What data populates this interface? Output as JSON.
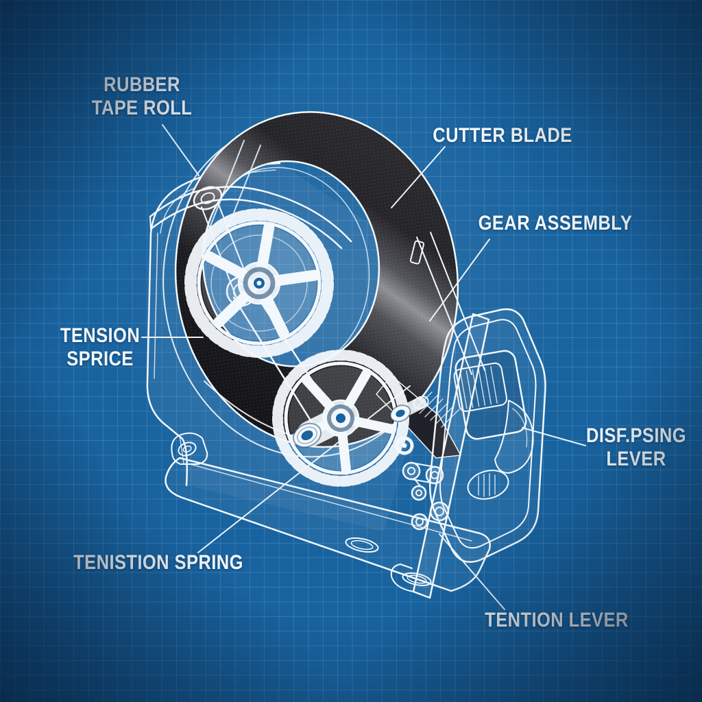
{
  "diagram": {
    "figure": "tape-dispenser-mechanism-blueprint",
    "style": "white line-art blueprint on blue grid",
    "labels": {
      "rubber_tape_roll": {
        "line1": "RUBBER",
        "line2": "TAPE ROLL"
      },
      "cutter_blade": {
        "line1": "CUTTER BLADE"
      },
      "gear_assembly": {
        "line1": "GEAR ASSEMBLY"
      },
      "tension_sprice": {
        "line1": "TENSION",
        "line2": "SPRICE"
      },
      "dispensing_lever": {
        "line1": "DISF.PSING",
        "line2": "LEVER"
      },
      "tenistion_spring": {
        "line1": "TENISTION SPRING"
      },
      "tention_lever": {
        "line1": "TENTION LEVER"
      }
    },
    "colors": {
      "background": "#15619E",
      "grid_line": "#BEDCF8",
      "ink": "#F3F8FC",
      "tape_roll_dark": "#1B1B1F",
      "tape_roll_highlight": "#8E8F95"
    }
  }
}
